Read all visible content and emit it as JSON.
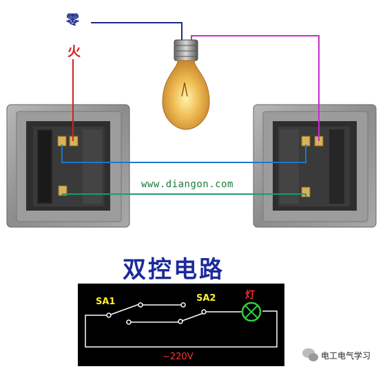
{
  "labels": {
    "neutral": "零",
    "live": "火",
    "website": "www.diangon.com",
    "title": "双控电路"
  },
  "schematic": {
    "switch1": "SA1",
    "switch2": "SA2",
    "lamp": "灯",
    "voltage": "~220V"
  },
  "watermark": {
    "text": "电工电气学习",
    "icon": "wechat-icon"
  },
  "colors": {
    "neutral_wire": "#1a2a8c",
    "live_wire": "#d42020",
    "traveler_wire_1": "#1e78c8",
    "traveler_wire_2": "#1e9a6a",
    "lamp_wire": "#c62ccc",
    "title": "#1c2a9c",
    "schematic_wire": "#ffffff",
    "schematic_label": "#ffee33",
    "lamp_symbol": "#33cc44"
  }
}
